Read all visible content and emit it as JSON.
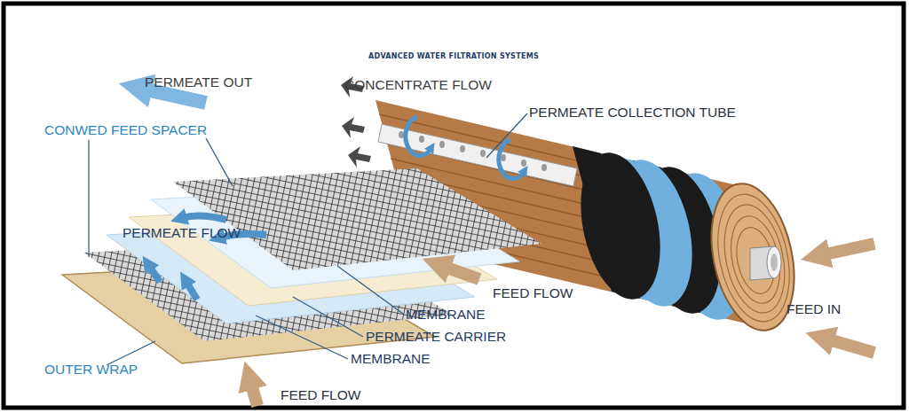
{
  "diagram": {
    "title": "ADVANCED WATER FILTRATION SYSTEMS",
    "labels": [
      "PERMEATE OUT",
      "CONCENTRATE FLOW",
      "PERMEATE COLLECTION TUBE",
      "CONWED FEED SPACER",
      "PERMEATE FLOW",
      "FEED FLOW",
      "MEMBRANE",
      "FEED IN",
      "PERMEATE CARRIER",
      "MEMBRANE",
      "OUTER WRAP",
      "FEED FLOW"
    ]
  }
}
